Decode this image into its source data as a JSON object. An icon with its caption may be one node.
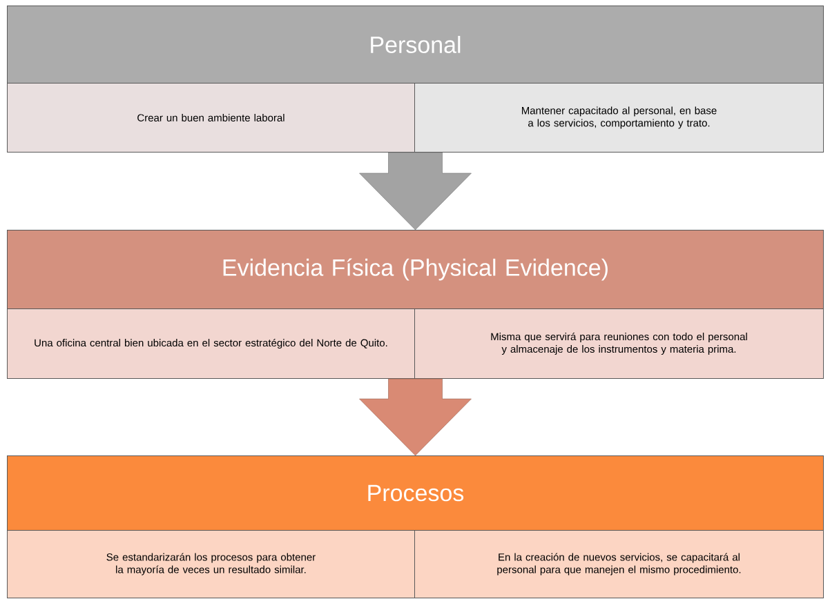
{
  "diagram": {
    "nodes": [
      {
        "text": [
          "Personal"
        ]
      },
      {
        "text": [
          "Crear un buen ambiente laboral"
        ]
      },
      {
        "text": [
          "Mantener capacitado al personal, en base a los servicios, comportamiento y trato."
        ]
      },
      {
        "text": [
          "Evidencia Física (Physical Evidence)"
        ]
      },
      {
        "text": [
          "Una oficina central bien ubicada en el sector estratégico del Norte de Quito."
        ]
      },
      {
        "text": [
          "Misma que servirá para reuniones con todo el personal y almacenaje de los instrumentos y materia prima."
        ]
      },
      {
        "text": [
          "Procesos"
        ]
      },
      {
        "text": [
          "Se estandarizarán los procesos para obtener la mayoría de veces un resultado similar."
        ]
      },
      {
        "text": [
          "En la creación de nuevos servicios, se capacitará al personal para que manejen el mismo procedimiento."
        ]
      }
    ],
    "edges": [
      {
        "from": 0,
        "to": 3,
        "arrow": "to",
        "style": "thick",
        "color": "#a3a3a3"
      },
      {
        "from": 3,
        "to": 6,
        "arrow": "to",
        "style": "thick",
        "color": "#d98a74"
      }
    ]
  }
}
